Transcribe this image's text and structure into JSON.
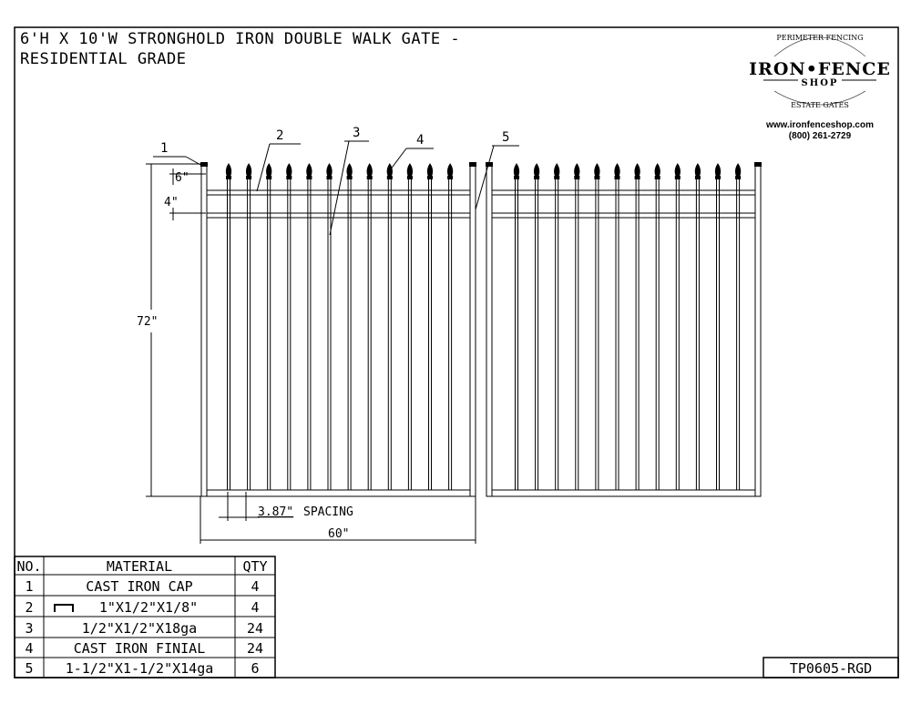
{
  "title": {
    "line1": "6'H X 10'W STRONGHOLD IRON DOUBLE WALK GATE -",
    "line2": "RESIDENTIAL GRADE"
  },
  "logo": {
    "arc_top": "PERIMETER FENCING",
    "name": "IRON•FENCE",
    "shop": "SHOP",
    "arc_bottom": "ESTATE GATES",
    "url": "www.ironfenceshop.com",
    "phone": "(800) 261-2729"
  },
  "callouts": [
    "1",
    "2",
    "3",
    "4",
    "5"
  ],
  "dimensions": {
    "finial_height": "6\"",
    "rail_spacing": "4\"",
    "height": "72\"",
    "spacing": "3.87\"",
    "spacing_label": "SPACING",
    "width": "60\""
  },
  "materials_table": {
    "headers": [
      "NO.",
      "MATERIAL",
      "QTY"
    ],
    "rows": [
      {
        "no": "1",
        "material": "CAST IRON CAP",
        "qty": "4"
      },
      {
        "no": "2",
        "material": "1\"X1/2\"X1/8\"",
        "qty": "4"
      },
      {
        "no": "3",
        "material": "1/2\"X1/2\"X18ga",
        "qty": "24"
      },
      {
        "no": "4",
        "material": "CAST IRON FINIAL",
        "qty": "24"
      },
      {
        "no": "5",
        "material": "1-1/2\"X1-1/2\"X14ga",
        "qty": "6"
      }
    ]
  },
  "drawing_number": "TP0605-RGD"
}
